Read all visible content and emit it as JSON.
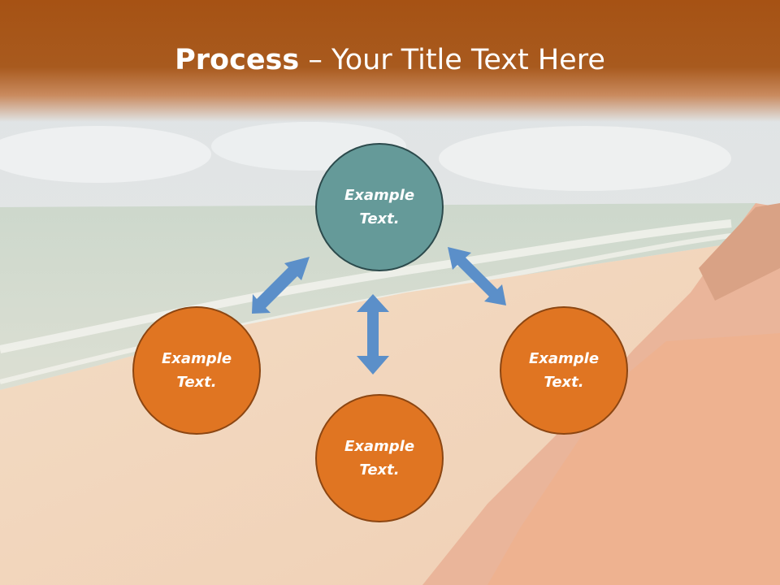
{
  "title": {
    "bold": "Process",
    "rest": " – Your Title Text Here"
  },
  "nodes": {
    "top": {
      "line1": "Example",
      "line2": "Text."
    },
    "left": {
      "line1": "Example",
      "line2": "Text."
    },
    "right": {
      "line1": "Example",
      "line2": "Text."
    },
    "bottom": {
      "line1": "Example",
      "line2": "Text."
    }
  },
  "colors": {
    "banner": "#a65214",
    "teal": "#659a99",
    "orange": "#e07522",
    "arrow": "#5b8fc9"
  }
}
